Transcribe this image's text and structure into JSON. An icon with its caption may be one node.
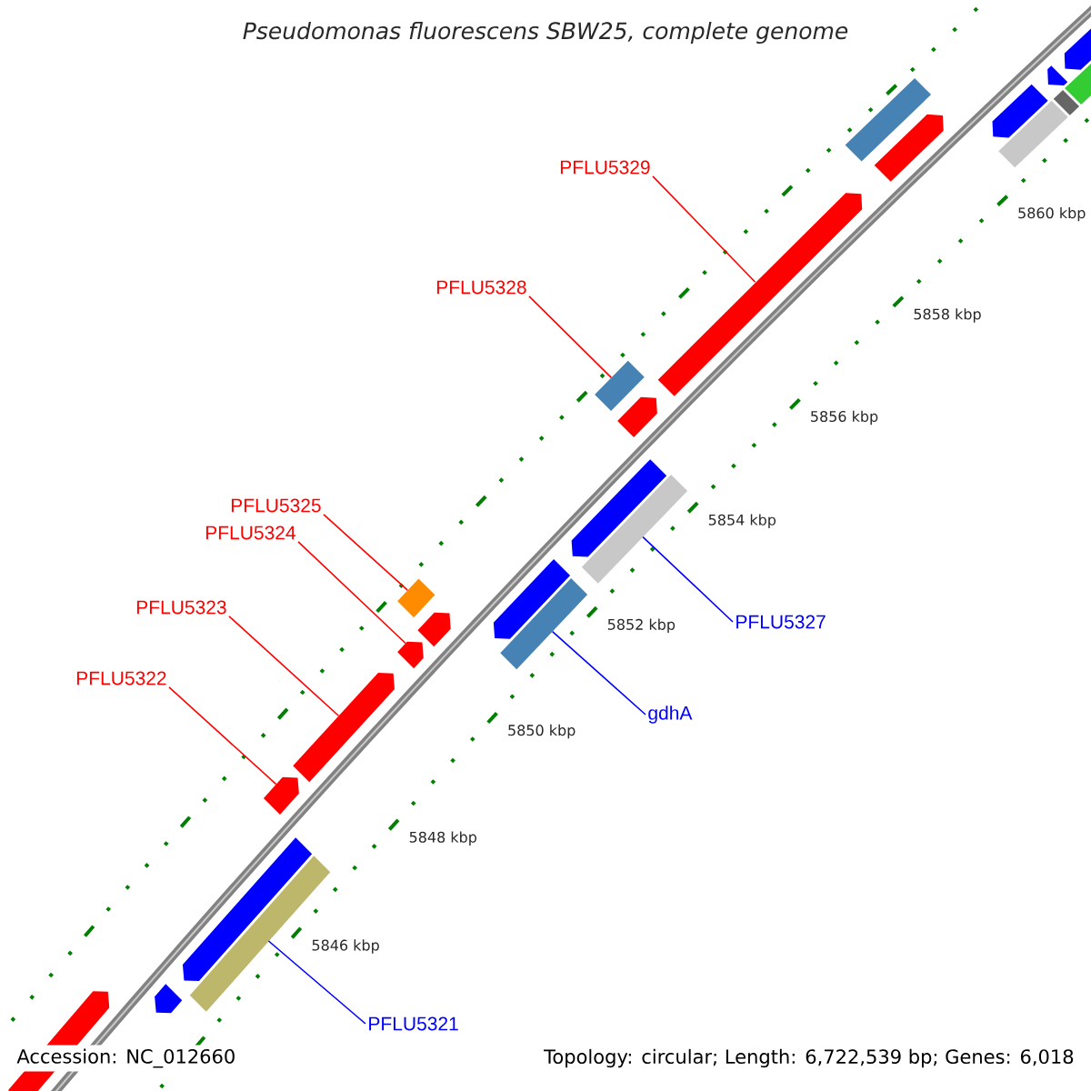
{
  "diagram": {
    "title": "Pseudomonas fluorescens SBW25, complete genome",
    "nodes": [
      {
        "text": [
          "PFLU5329"
        ]
      },
      {
        "text": [],
        "shape": "arrow"
      },
      {
        "text": [
          "PFLU5328"
        ]
      },
      {
        "text": [],
        "shape": "box"
      },
      {
        "text": [
          "PFLU5325"
        ]
      },
      {
        "text": [],
        "shape": "box"
      },
      {
        "text": [
          "PFLU5324"
        ]
      },
      {
        "text": [],
        "shape": "arrow"
      },
      {
        "text": [
          "PFLU5323"
        ]
      },
      {
        "text": [],
        "shape": "arrow"
      },
      {
        "text": [
          "PFLU5327"
        ]
      },
      {
        "text": [],
        "shape": "box"
      },
      {
        "text": [
          "PFLU5322"
        ]
      },
      {
        "text": [],
        "shape": "arrow"
      },
      {
        "text": [
          "gdhA"
        ]
      },
      {
        "text": [],
        "shape": "box"
      },
      {
        "text": [
          "PFLU5321"
        ]
      },
      {
        "text": [],
        "shape": "box"
      },
      {
        "text": [],
        "shape": "arrow"
      },
      {
        "text": [],
        "shape": "box"
      },
      {
        "text": [],
        "shape": "arrow"
      },
      {
        "text": [],
        "shape": "box"
      },
      {
        "text": [],
        "shape": "arrow"
      },
      {
        "text": [],
        "shape": "box"
      },
      {
        "text": [],
        "shape": "arrow"
      },
      {
        "text": [],
        "shape": "box"
      },
      {
        "text": [],
        "shape": "arrow"
      },
      {
        "text": [],
        "shape": "arrow"
      },
      {
        "text": [],
        "shape": "arrow"
      },
      {
        "text": [],
        "shape": "arrow"
      },
      {
        "text": [],
        "shape": "arrow"
      },
      {
        "text": [],
        "shape": "arrow"
      },
      {
        "text": [],
        "shape": "arrow"
      }
    ],
    "edges": [
      {
        "from": 0,
        "to": 1,
        "arrow": "none"
      },
      {
        "from": 2,
        "to": 3,
        "arrow": "none"
      },
      {
        "from": 4,
        "to": 5,
        "arrow": "none"
      },
      {
        "from": 6,
        "to": 7,
        "arrow": "none"
      },
      {
        "from": 8,
        "to": 9,
        "arrow": "none"
      },
      {
        "from": 10,
        "to": 11,
        "arrow": "none",
        "color": "#0000ff"
      },
      {
        "from": 12,
        "to": 13,
        "arrow": "none"
      },
      {
        "from": 14,
        "to": 15,
        "arrow": "none",
        "color": "#0000ff"
      },
      {
        "from": 16,
        "to": 17,
        "arrow": "none",
        "color": "#0000ff"
      }
    ],
    "labels": [
      "5860 kbp",
      "5858 kbp",
      "5856 kbp",
      "5854 kbp",
      "5852 kbp",
      "5850 kbp",
      "5848 kbp",
      "5846 kbp",
      "Accession: NC_012660",
      "Topology: circular; Length: 6,722,539 bp; Genes: 6,018"
    ]
  }
}
